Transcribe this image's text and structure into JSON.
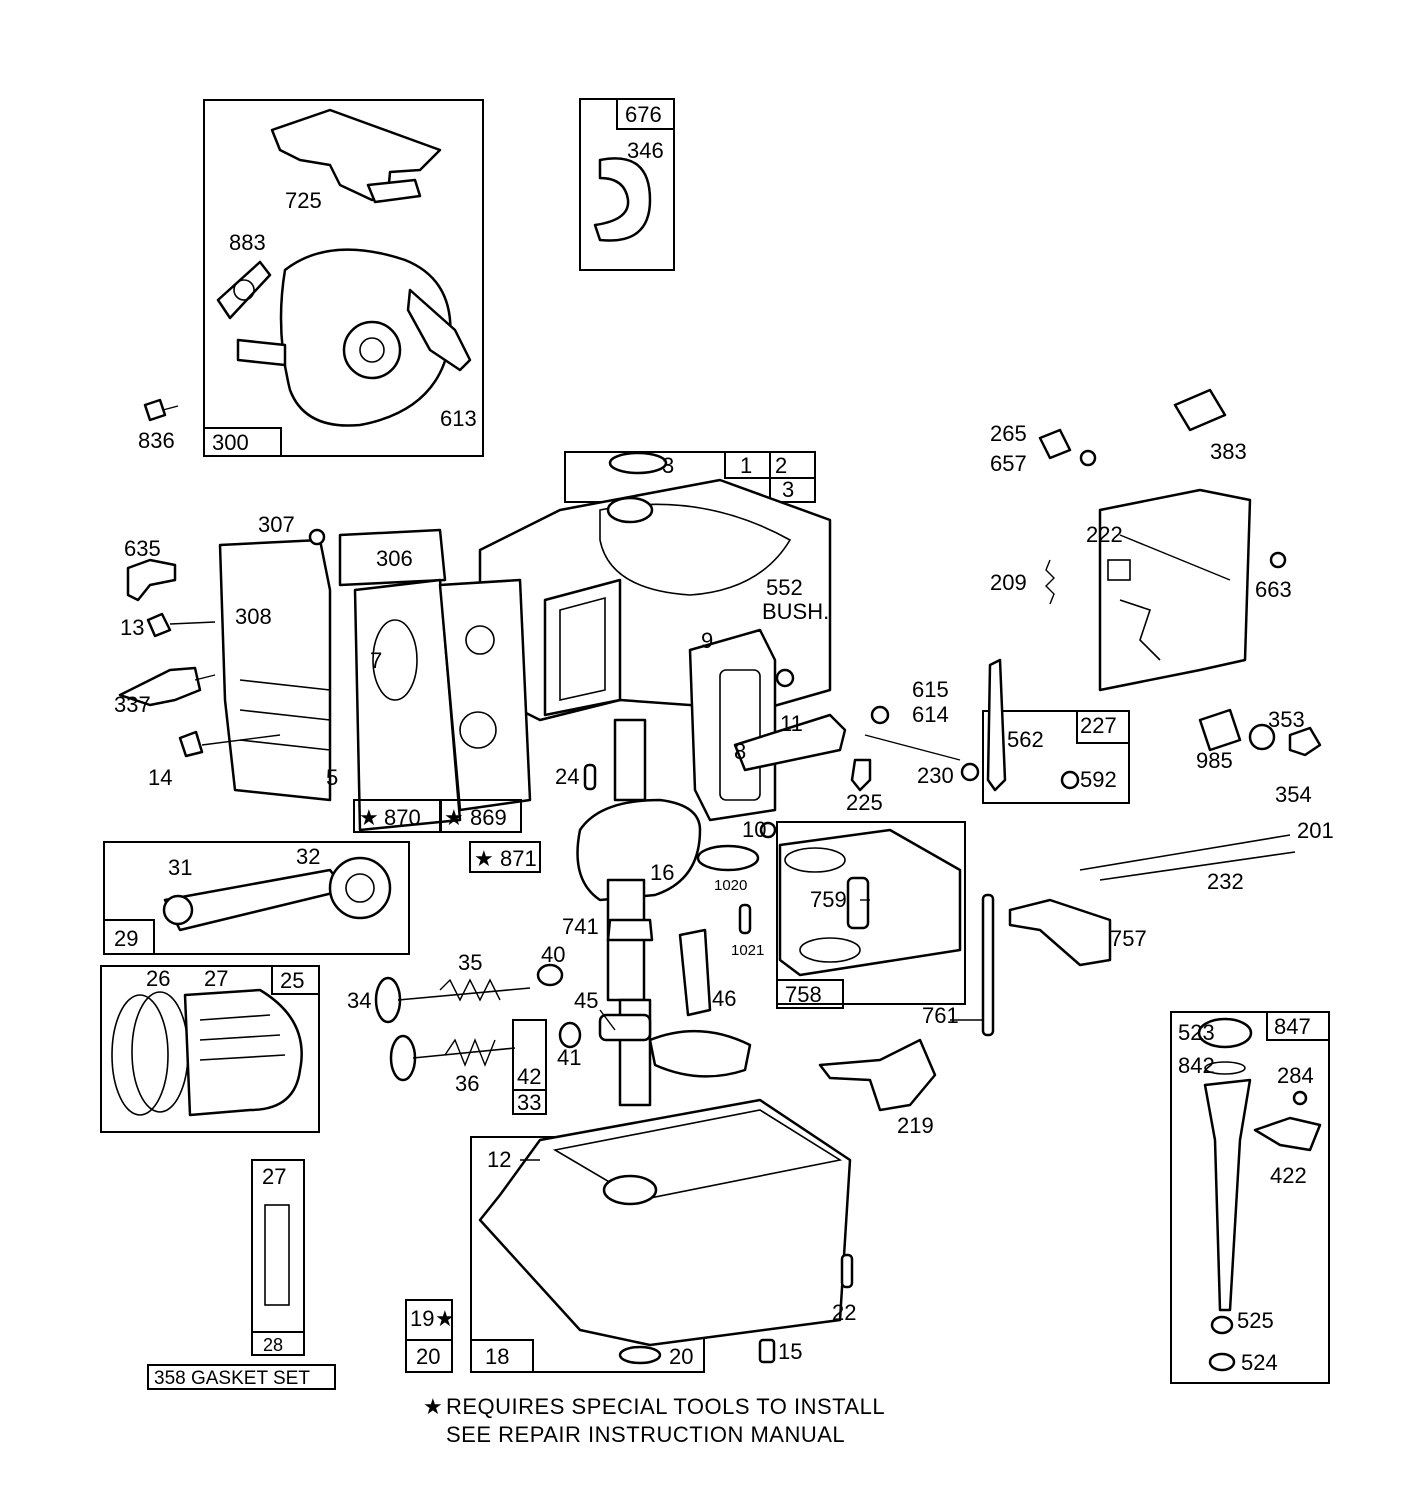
{
  "labels": {
    "p676": "676",
    "p346": "346",
    "p725": "725",
    "p883": "883",
    "p613": "613",
    "p300": "300",
    "p836": "836",
    "p3a": "3",
    "p1": "1",
    "p2": "2",
    "p3b": "3",
    "p265": "265",
    "p657": "657",
    "p383": "383",
    "p307": "307",
    "p306": "306",
    "p635": "635",
    "p308": "308",
    "p13": "13",
    "p337": "337",
    "p7": "7",
    "p14": "14",
    "p5": "5",
    "p870": "870",
    "p869": "869",
    "p871": "871",
    "p552": "552",
    "bush": "BUSH.",
    "p9": "9",
    "p8": "8",
    "p11": "11",
    "p10": "10",
    "p24": "24",
    "p222": "222",
    "p663": "663",
    "p209": "209",
    "p615": "615",
    "p614": "614",
    "p225": "225",
    "p230": "230",
    "p562": "562",
    "p227": "227",
    "p592": "592",
    "p353": "353",
    "p985": "985",
    "p354": "354",
    "p201": "201",
    "p232": "232",
    "p31": "31",
    "p32": "32",
    "p29": "29",
    "p16": "16",
    "p1020": "1020",
    "p741": "741",
    "p1021": "1021",
    "p759": "759",
    "p758": "758",
    "p757": "757",
    "p26": "26",
    "p27a": "27",
    "p25": "25",
    "p35": "35",
    "p40": "40",
    "p34": "34",
    "p45": "45",
    "p46": "46",
    "p36": "36",
    "p41": "41",
    "p42": "42",
    "p33": "33",
    "p761": "761",
    "p219": "219",
    "p523": "523",
    "p847": "847",
    "p842": "842",
    "p284": "284",
    "p422": "422",
    "p525": "525",
    "p524": "524",
    "p27b": "27",
    "p28": "28",
    "gasket": "358 GASKET SET",
    "p12": "12",
    "p19": "19",
    "p20a": "20",
    "p18": "18",
    "p20b": "20",
    "p22": "22",
    "p15": "15"
  },
  "footnote": {
    "line1": "REQUIRES SPECIAL TOOLS TO INSTALL",
    "line2": "SEE REPAIR INSTRUCTION MANUAL"
  },
  "colors": {
    "ink": "#000000",
    "paper": "#ffffff"
  }
}
